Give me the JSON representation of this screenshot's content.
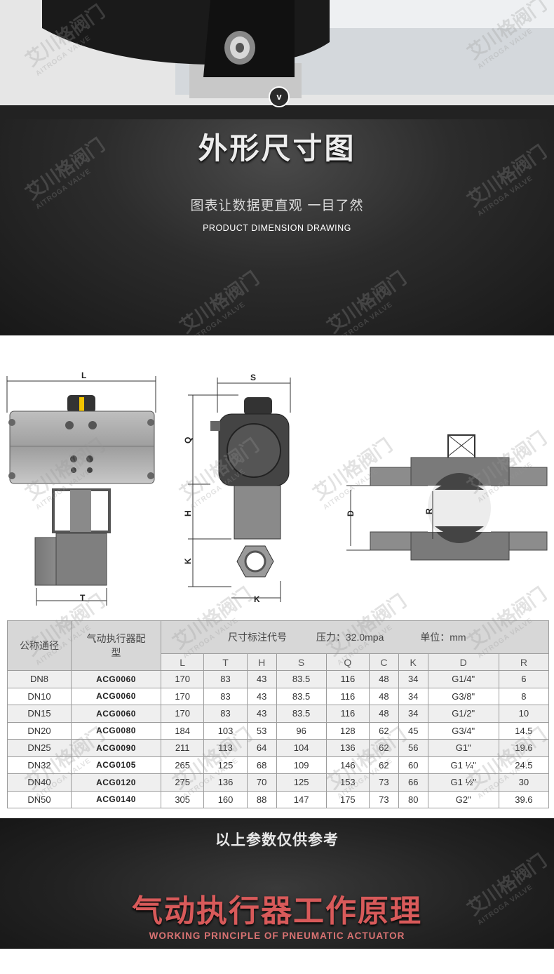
{
  "header": {
    "badge": "v",
    "title": "外形尺寸图",
    "subtitle": "图表让数据更直观  一目了然",
    "subtitle_en": "PRODUCT DIMENSION DRAWING"
  },
  "watermark": {
    "cn": "艾川格阀门",
    "en": "AITROGA VALVE"
  },
  "drawing_labels": {
    "L": "L",
    "T": "T",
    "S": "S",
    "Q": "Q",
    "H": "H",
    "K": "K",
    "K2": "K",
    "D": "D",
    "R": "R"
  },
  "table": {
    "col1_header": "公称通径",
    "col2_header": "气动执行器配型",
    "group_header": "尺寸标注代号",
    "pressure": "压力：32.0mpa",
    "unit": "单位：mm",
    "columns": [
      "L",
      "T",
      "H",
      "S",
      "Q",
      "C",
      "K",
      "D",
      "R"
    ],
    "rows": [
      {
        "dn": "DN8",
        "model": "ACG0060",
        "vals": [
          "170",
          "83",
          "43",
          "83.5",
          "116",
          "48",
          "34",
          "G1/4\"",
          "6"
        ]
      },
      {
        "dn": "DN10",
        "model": "ACG0060",
        "vals": [
          "170",
          "83",
          "43",
          "83.5",
          "116",
          "48",
          "34",
          "G3/8\"",
          "8"
        ]
      },
      {
        "dn": "DN15",
        "model": "ACG0060",
        "vals": [
          "170",
          "83",
          "43",
          "83.5",
          "116",
          "48",
          "34",
          "G1/2\"",
          "10"
        ]
      },
      {
        "dn": "DN20",
        "model": "ACG0080",
        "vals": [
          "184",
          "103",
          "53",
          "96",
          "128",
          "62",
          "45",
          "G3/4\"",
          "14.5"
        ]
      },
      {
        "dn": "DN25",
        "model": "ACG0090",
        "vals": [
          "211",
          "113",
          "64",
          "104",
          "136",
          "62",
          "56",
          "G1\"",
          "19.6"
        ]
      },
      {
        "dn": "DN32",
        "model": "ACG0105",
        "vals": [
          "265",
          "125",
          "68",
          "109",
          "146",
          "62",
          "60",
          "G1 ¼\"",
          "24.5"
        ]
      },
      {
        "dn": "DN40",
        "model": "ACG0120",
        "vals": [
          "275",
          "136",
          "70",
          "125",
          "153",
          "73",
          "66",
          "G1 ½\"",
          "30"
        ]
      },
      {
        "dn": "DN50",
        "model": "ACG0140",
        "vals": [
          "305",
          "160",
          "88",
          "147",
          "175",
          "73",
          "80",
          "G2\"",
          "39.6"
        ]
      }
    ]
  },
  "footer": {
    "note": "以上参数仅供参考",
    "title": "气动执行器工作原理",
    "title_en": "WORKING PRINCIPLE OF PNEUMATIC ACTUATOR"
  }
}
